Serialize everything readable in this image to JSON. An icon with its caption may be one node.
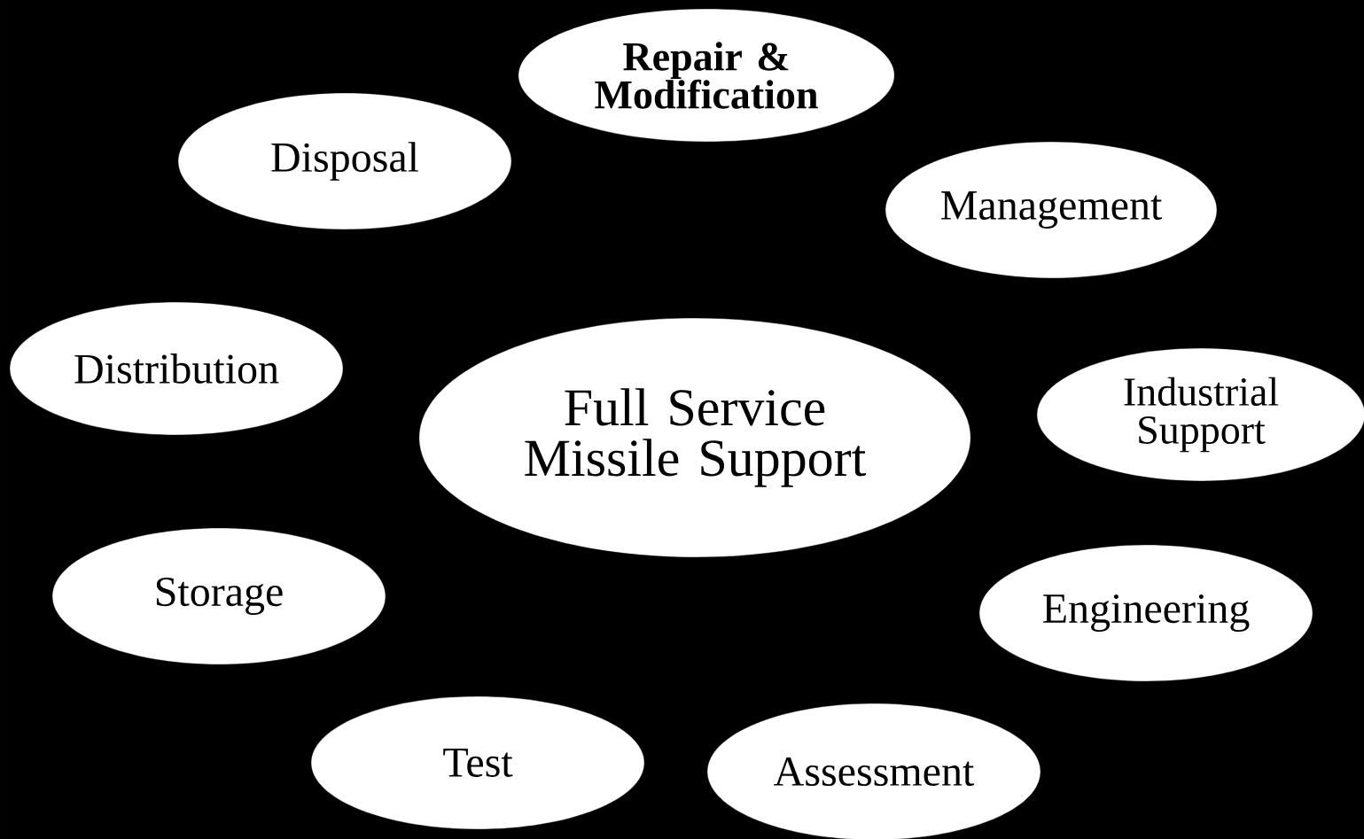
{
  "diagram": {
    "nodes": [
      {
        "text": [
          "Repair & Modification"
        ]
      },
      {
        "text": [
          "Disposal"
        ]
      },
      {
        "text": [
          "Management"
        ]
      },
      {
        "text": [
          "Distribution"
        ]
      },
      {
        "text": [
          "Full Service Missile Support"
        ]
      },
      {
        "text": [
          "Industrial Support"
        ]
      },
      {
        "text": [
          "Storage"
        ]
      },
      {
        "text": [
          "Engineering"
        ]
      },
      {
        "text": [
          "Test"
        ]
      },
      {
        "text": [
          "Assessment"
        ]
      }
    ]
  }
}
